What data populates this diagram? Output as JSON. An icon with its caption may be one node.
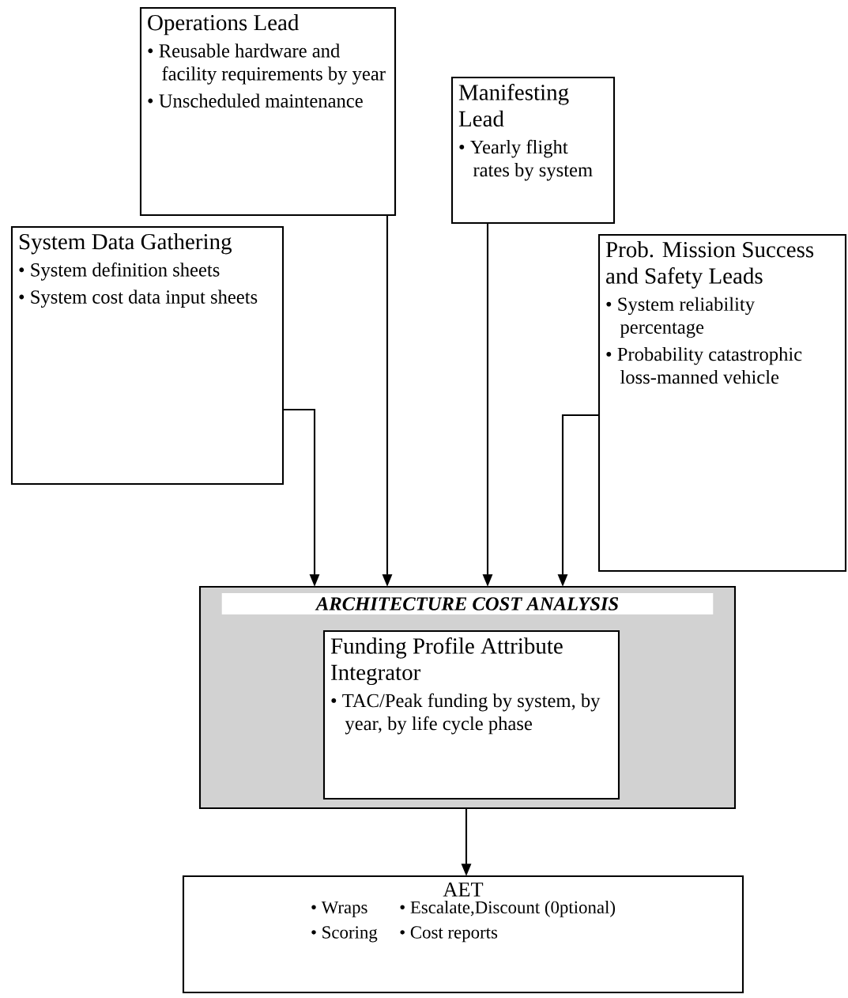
{
  "diagram": {
    "nodes": [
      {
        "text": [
          "Operations Lead",
          "• Reusable hardware and facility requirements by year",
          "• Unscheduled maintenance"
        ]
      },
      {
        "text": [
          "Manifesting Lead",
          "• Yearly flight rates by system"
        ]
      },
      {
        "text": [
          "System Data Gathering",
          "• System definition sheets",
          "• System cost data input sheets"
        ]
      },
      {
        "text": [
          "Prob. Mission Success and Safety Leads",
          "• System reliability percentage",
          "• Probability catastrophic loss-manned vehicle"
        ]
      },
      {
        "text": [
          "ARCHITECTURE COST ANALYSIS"
        ]
      },
      {
        "text": [
          "Funding Profile Attribute Integrator",
          "• TAC/Peak funding by system, by year, by life cycle phase"
        ],
        "in": 4
      },
      {
        "text": [
          "AET",
          "• Wraps",
          "• Escalate,Discount (0ptional)",
          "• Scoring",
          "• Cost reports"
        ]
      }
    ],
    "edges": [
      {
        "from": 2,
        "to": 4,
        "arrow": "to"
      },
      {
        "from": 0,
        "to": 4,
        "arrow": "to"
      },
      {
        "from": 1,
        "to": 4,
        "arrow": "to"
      },
      {
        "from": 3,
        "to": 4,
        "arrow": "to"
      },
      {
        "from": 4,
        "to": 6,
        "arrow": "to"
      }
    ]
  }
}
